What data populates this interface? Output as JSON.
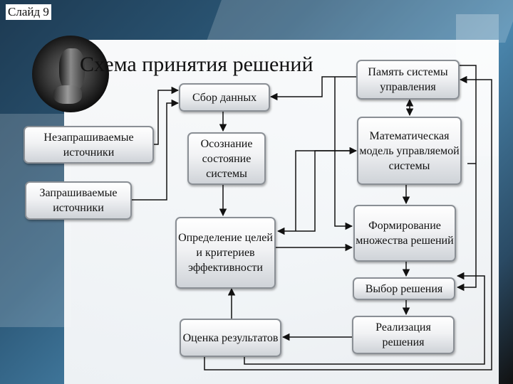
{
  "slide_label": "Слайд 9",
  "title": "Схема принятия решений",
  "nodes": {
    "data_collection": "Сбор данных",
    "system_state_awareness": "Осознание состояние системы",
    "goals_criteria": "Определение целей и критериев эффективности",
    "results_evaluation": "Оценка результатов",
    "unsolicited_sources": "Незапрашиваемые источники",
    "solicited_sources": "Запрашиваемые источники",
    "control_memory": "Память системы управления",
    "math_model": "Математическая модель управляемой системы",
    "solution_set": "Формирование множества решений",
    "solution_choice": "Выбор решения",
    "implementation": "Реализация решения"
  },
  "colors": {
    "wire": "#111111",
    "node_border": "#8a8f95"
  }
}
